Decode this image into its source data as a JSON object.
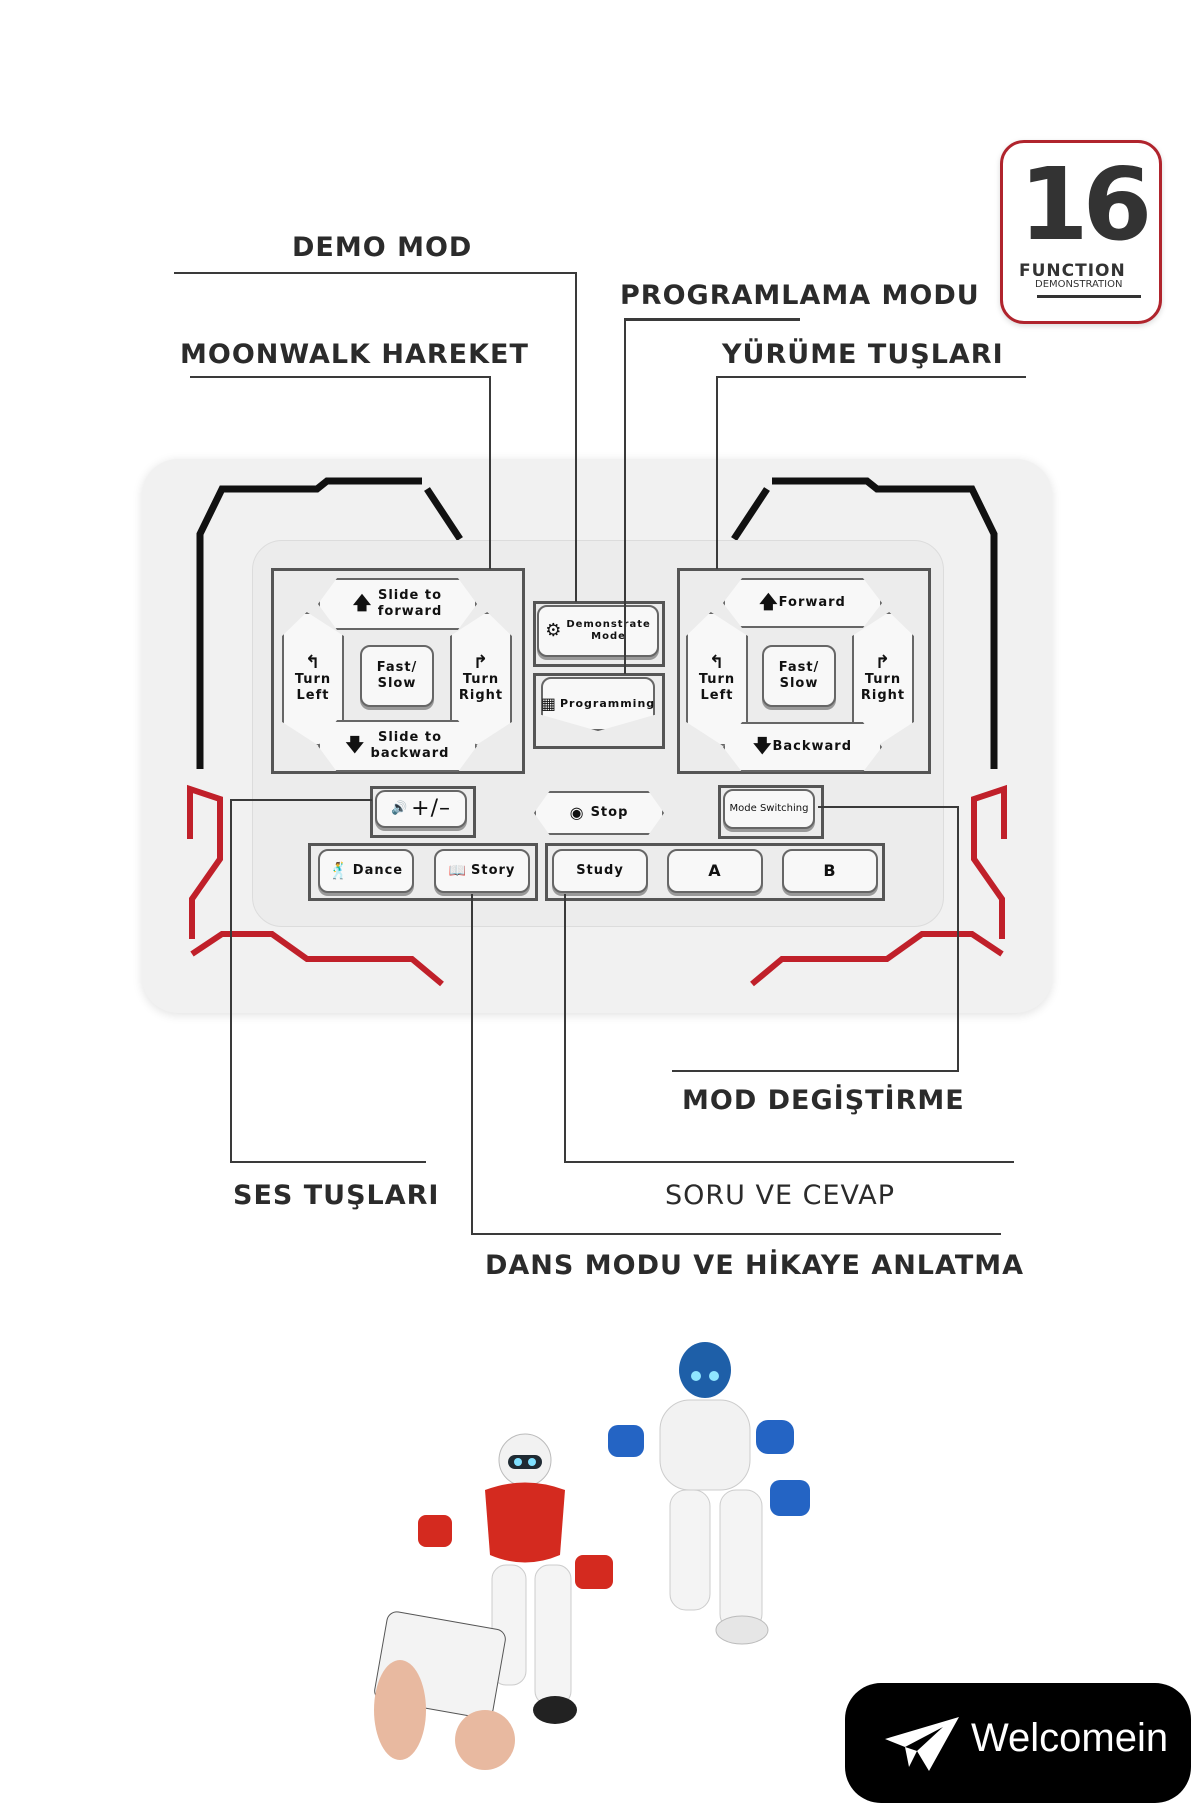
{
  "logo": {
    "number": "16",
    "line1": "FUNCTION",
    "line2": "DEMONSTRATION"
  },
  "callouts": {
    "demo_mod": "DEMO MOD",
    "programlama_modu": "PROGRAMLAMA MODU",
    "moonwalk_hareket": "MOONWALK HAREKET",
    "yurume_tuslari": "YÜRÜME TUŞLARI",
    "mod_degistirme": "MOD DEGİŞTİRME",
    "ses_tuslari": "SES TUŞLARI",
    "soru_ve_cevap": "SORU VE CEVAP",
    "dans_modu": "DANS MODU VE HİKAYE ANLATMA"
  },
  "remote": {
    "left_pad": {
      "up": {
        "icon": "arrow-up",
        "label1": "Slide to",
        "label2": "forward"
      },
      "left": {
        "icon": "turn-left",
        "label1": "Turn",
        "label2": "Left"
      },
      "center": {
        "label1": "Fast/",
        "label2": "Slow"
      },
      "right": {
        "icon": "turn-right",
        "label1": "Turn",
        "label2": "Right"
      },
      "down": {
        "icon": "arrow-down",
        "label1": "Slide to",
        "label2": "backward"
      }
    },
    "right_pad": {
      "up": {
        "icon": "arrow-up",
        "label": "Forward"
      },
      "left": {
        "icon": "turn-left",
        "label1": "Turn",
        "label2": "Left"
      },
      "center": {
        "label1": "Fast/",
        "label2": "Slow"
      },
      "right": {
        "icon": "turn-right",
        "label1": "Turn",
        "label2": "Right"
      },
      "down": {
        "icon": "arrow-down",
        "label": "Backward"
      }
    },
    "demonstrate": {
      "icon": "film-reel",
      "label1": "Demonstrate",
      "label2": "Mode"
    },
    "programming": {
      "icon": "blocks",
      "label": "Programming"
    },
    "volume": {
      "icon": "speaker",
      "label": "+/–"
    },
    "stop": {
      "icon": "stop-circle",
      "label": "Stop"
    },
    "mode_switching": {
      "label": "Mode Switching"
    },
    "dance": {
      "icon": "dancer",
      "label": "Dance"
    },
    "story": {
      "icon": "book",
      "label": "Story"
    },
    "study": {
      "label": "Study"
    },
    "a": {
      "label": "A"
    },
    "b": {
      "label": "B"
    }
  },
  "glyphs": {
    "up": "🡅",
    "down": "🡇",
    "turn_left": "↰",
    "turn_right": "↱",
    "speaker": "🔊",
    "stop": "◉",
    "book": "📖"
  },
  "badge": {
    "label": "Welcomein",
    "icon": "paper-plane"
  },
  "colors": {
    "accent_red": "#c0202a",
    "trim_black": "#111111"
  }
}
